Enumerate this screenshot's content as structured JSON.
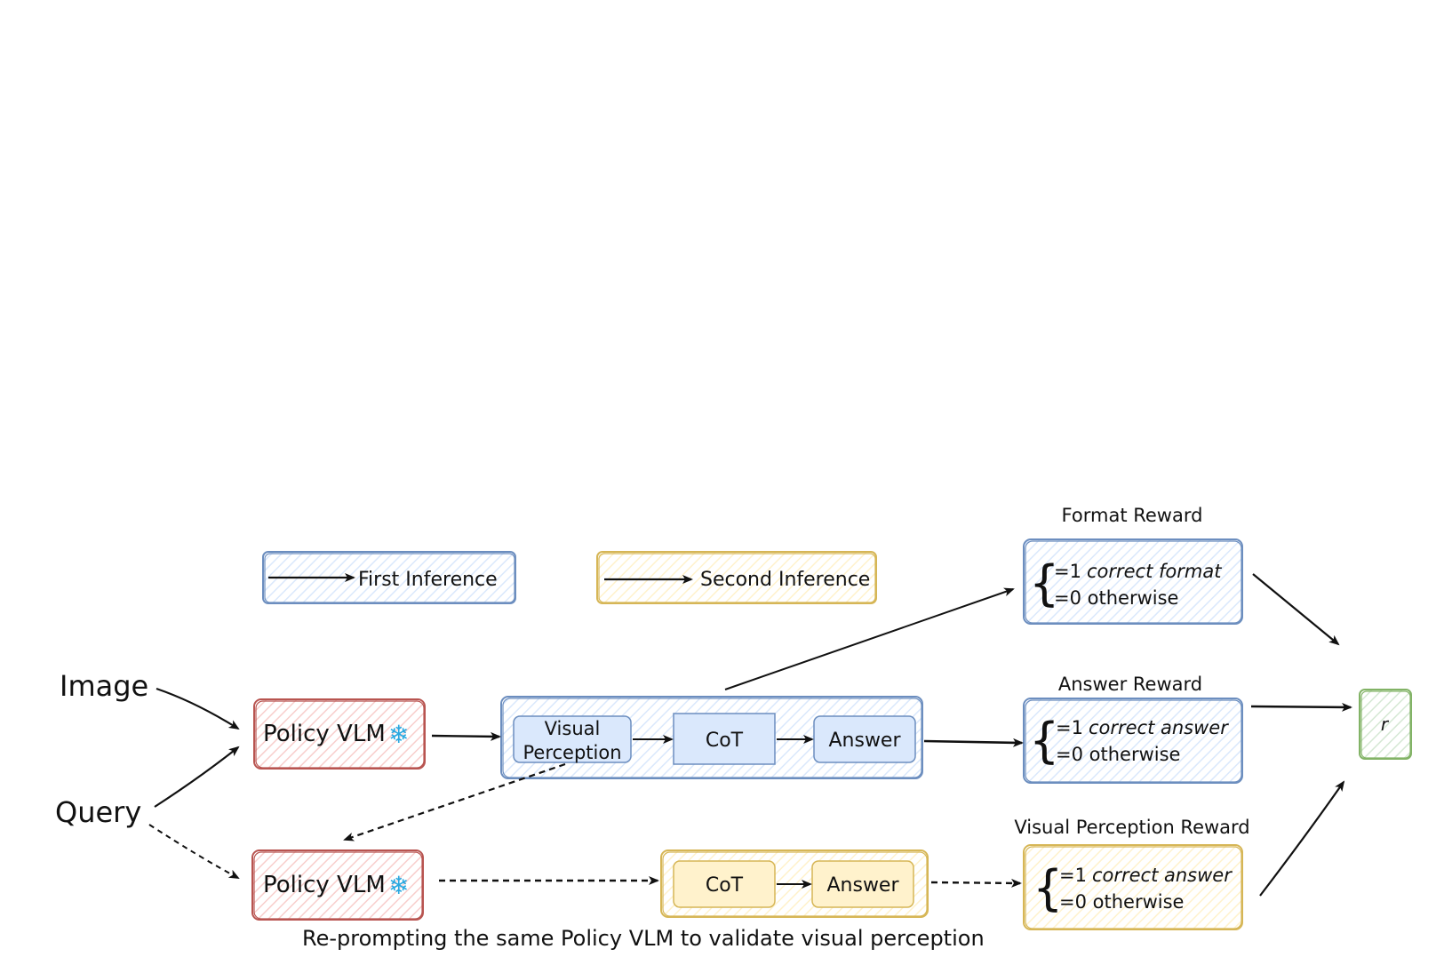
{
  "colors": {
    "blue": "#6c8ebf",
    "blue_fill": "#dae8fc",
    "yellow": "#d6b656",
    "yellow_fill": "#fff2cc",
    "red": "#b85450",
    "red_fill": "#f8cecc",
    "green": "#82b366",
    "green_fill": "#d5e8d4",
    "snowflake": "#29a8e0"
  },
  "legend": {
    "first": "First Inference",
    "second": "Second Inference"
  },
  "inputs": {
    "image": "Image",
    "query": "Query"
  },
  "policy": {
    "label": "Policy VLM",
    "icon": "snowflake-icon"
  },
  "first_pass": {
    "visual_line1": "Visual",
    "visual_line2": "Perception",
    "cot": "CoT",
    "answer": "Answer"
  },
  "second_pass": {
    "cot": "CoT",
    "answer": "Answer"
  },
  "rewards": {
    "format": {
      "title": "Format Reward",
      "line1_value": "=1",
      "line1_text": "correct format",
      "line2": "=0 otherwise"
    },
    "answer": {
      "title": "Answer Reward",
      "line1_value": "=1",
      "line1_text": "correct answer",
      "line2": "=0 otherwise"
    },
    "visual": {
      "title": "Visual Perception Reward",
      "line1_value": "=1",
      "line1_text": "correct answer",
      "line2": "=0 otherwise"
    }
  },
  "result": "r",
  "caption": "Re-prompting the same Policy VLM to validate visual perception"
}
